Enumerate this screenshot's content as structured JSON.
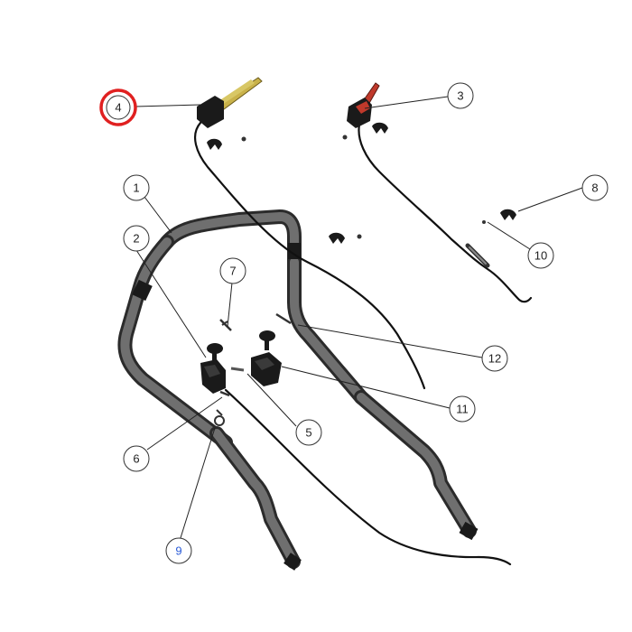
{
  "callouts": [
    {
      "id": "4",
      "label": "4",
      "highlight": "red"
    },
    {
      "id": "3",
      "label": "3"
    },
    {
      "id": "1",
      "label": "1"
    },
    {
      "id": "2",
      "label": "2"
    },
    {
      "id": "7",
      "label": "7"
    },
    {
      "id": "8",
      "label": "8"
    },
    {
      "id": "10",
      "label": "10"
    },
    {
      "id": "12",
      "label": "12"
    },
    {
      "id": "11",
      "label": "11"
    },
    {
      "id": "5",
      "label": "5"
    },
    {
      "id": "6",
      "label": "6"
    },
    {
      "id": "9",
      "label": "9",
      "highlight": "blue"
    }
  ],
  "colors": {
    "frame_dark": "#2b2b2b",
    "frame_light": "#7a7a7a",
    "cable": "#111111",
    "lever_4": "#c9b24a",
    "lever_3": "#c0392b",
    "highlight_ring": "#e02020",
    "highlight_text_9": "#2a5bd7"
  }
}
